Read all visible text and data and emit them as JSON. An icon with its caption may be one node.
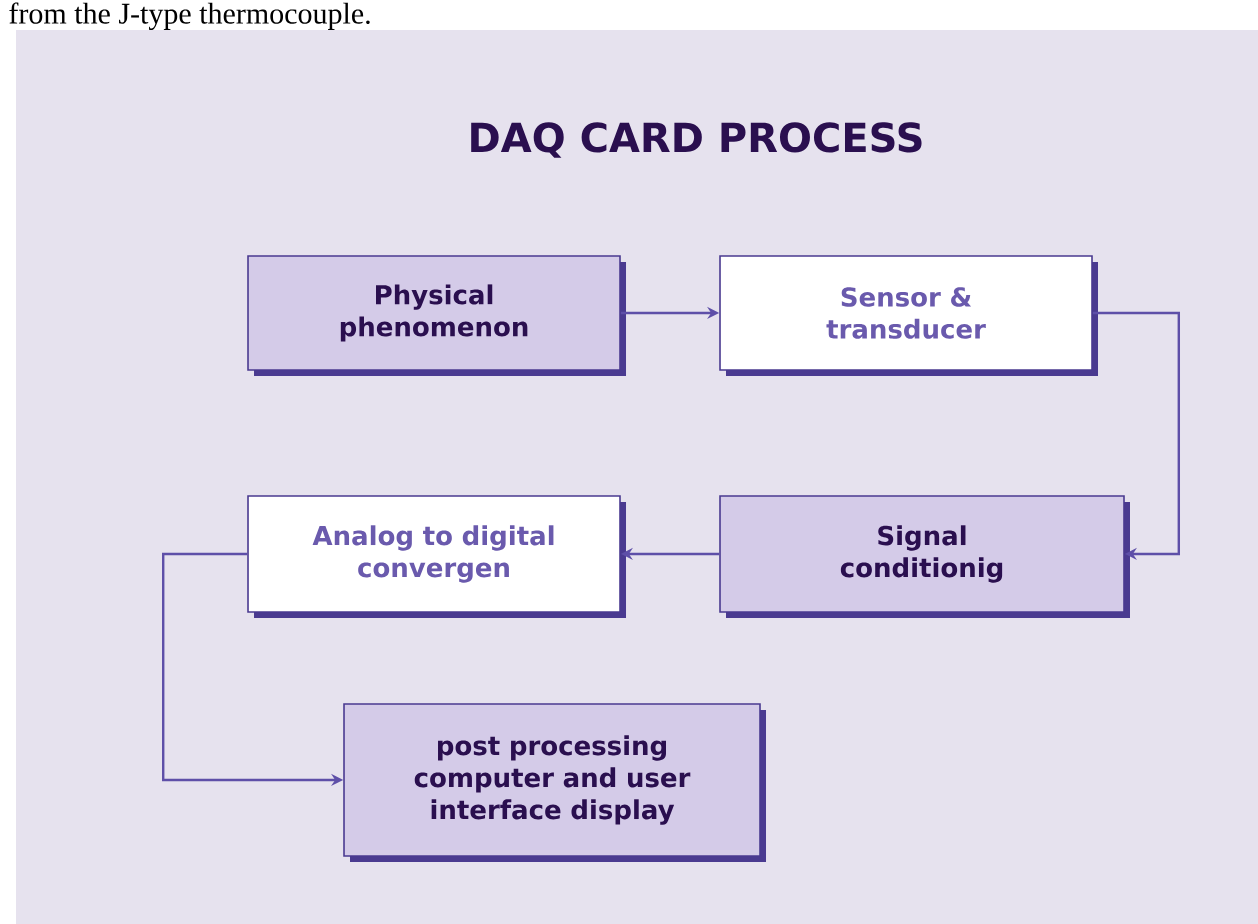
{
  "diagram": {
    "title": "DAQ CARD PROCESS",
    "nodes": [
      {
        "text": [
          "Physical phenomenon"
        ]
      },
      {
        "text": [
          "Sensor & transducer"
        ]
      },
      {
        "text": [
          "Signal conditionig"
        ]
      },
      {
        "text": [
          "Analog to digital convergen"
        ]
      },
      {
        "text": [
          "post processing computer and user interface display"
        ]
      }
    ],
    "edges": [
      {
        "from": 0,
        "to": 1,
        "arrow": "to"
      },
      {
        "from": 1,
        "to": 2,
        "arrow": "to"
      },
      {
        "from": 2,
        "to": 3,
        "arrow": "to"
      },
      {
        "from": 3,
        "to": 4,
        "arrow": "to"
      }
    ],
    "labels": [
      "from the J-type thermocouple."
    ]
  }
}
